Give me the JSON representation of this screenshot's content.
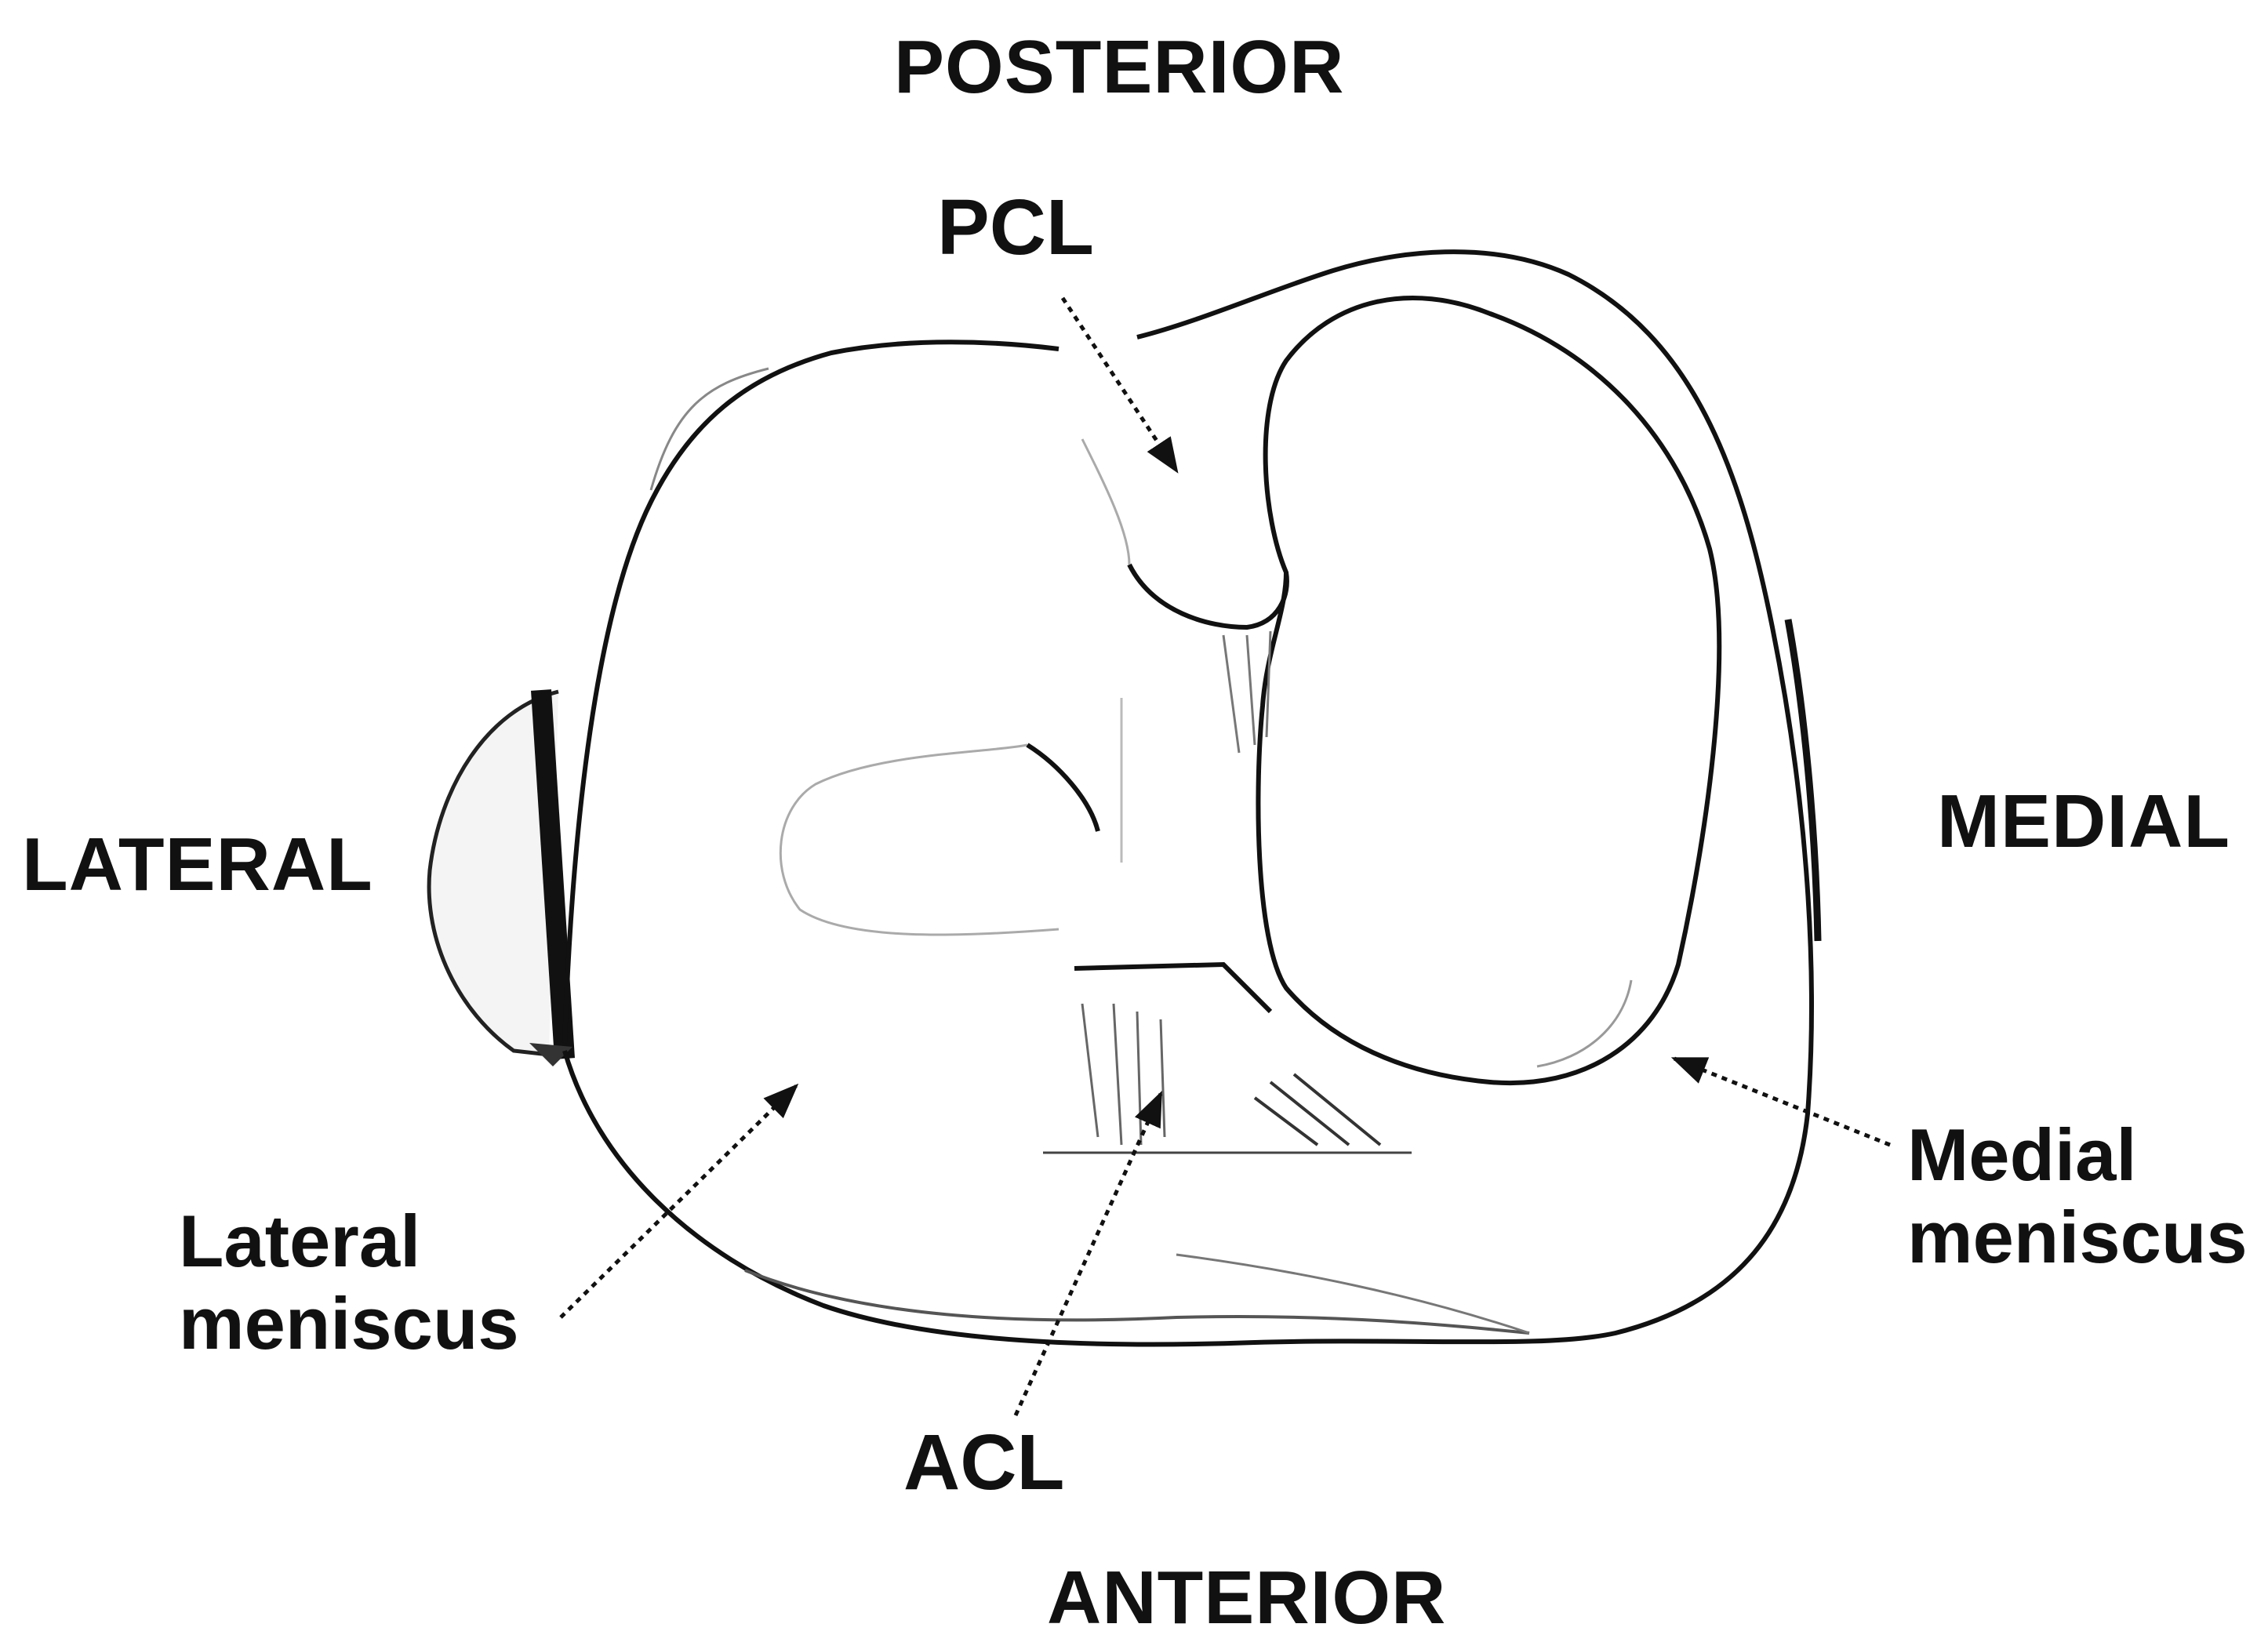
{
  "diagram": {
    "orientation_labels": {
      "posterior": "POSTERIOR",
      "anterior": "ANTERIOR",
      "lateral": "LATERAL",
      "medial": "MEDIAL"
    },
    "structure_labels": {
      "pcl": "PCL",
      "acl": "ACL",
      "lateral_meniscus": [
        "Lateral",
        "meniscus"
      ],
      "medial_meniscus": [
        "Medial",
        "meniscus"
      ]
    },
    "colors": {
      "ink": "#111111",
      "background": "#ffffff",
      "shading": "#888888"
    }
  }
}
